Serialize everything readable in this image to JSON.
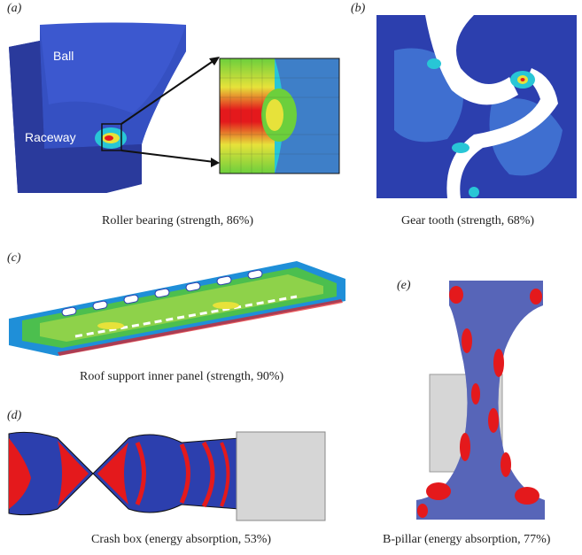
{
  "panels": [
    {
      "letter": "(a)",
      "caption": "Roller bearing (strength, 86%)",
      "labels": {
        "ball": "Ball",
        "raceway": "Raceway"
      }
    },
    {
      "letter": "(b)",
      "caption": "Gear tooth (strength, 68%)"
    },
    {
      "letter": "(c)",
      "caption": "Roof support inner panel (strength, 90%)"
    },
    {
      "letter": "(d)",
      "caption": "Crash box (energy absorption, 53%)"
    },
    {
      "letter": "(e)",
      "caption": "B-pillar (energy absorption, 77%)"
    }
  ],
  "colors": {
    "blue": "#2f45b8",
    "red": "#e4191c",
    "grey": "#d6d6d6",
    "green": "#6ccf3c",
    "cyan": "#28c6d6",
    "yellow": "#e7e23a"
  }
}
